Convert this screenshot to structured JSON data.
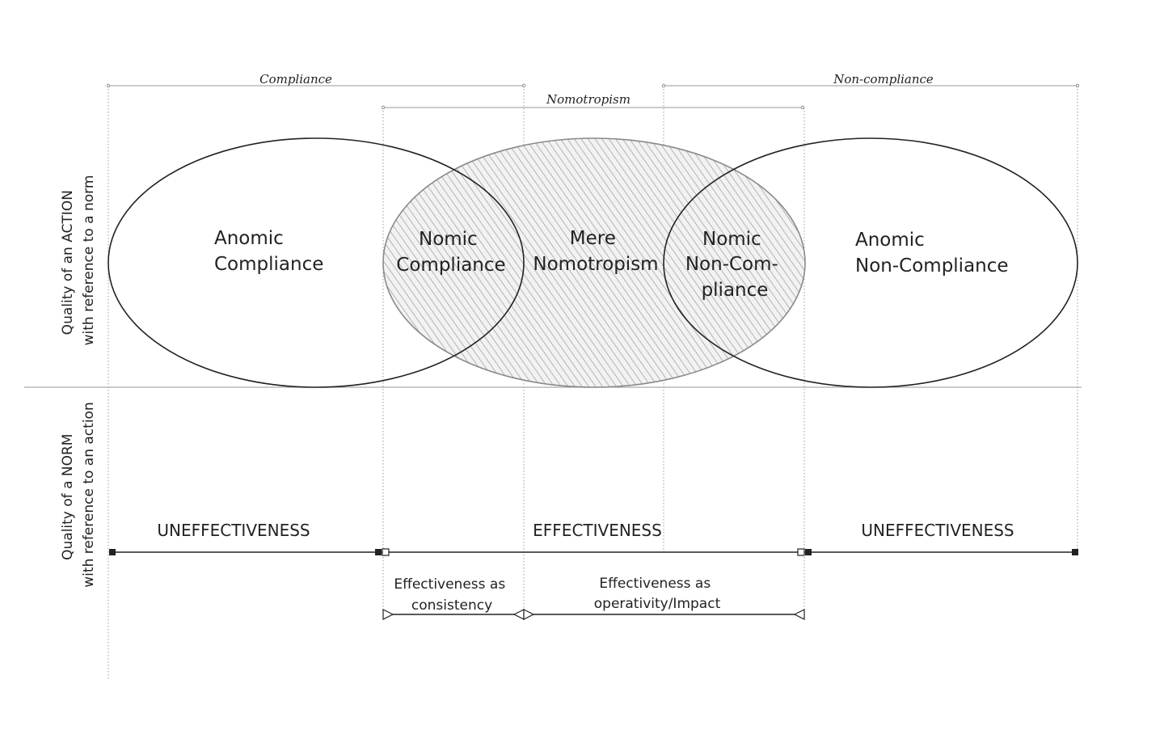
{
  "headers": {
    "compliance": "Compliance",
    "nomotropism": "Nomotropism",
    "non_compliance": "Non-compliance"
  },
  "ellipses": {
    "anomic_compliance": [
      "Anomic",
      "Compliance"
    ],
    "nomic_compliance": [
      "Nomic",
      "Compliance"
    ],
    "mere_nomotropism": [
      "Mere",
      "Nomotropism"
    ],
    "nomic_non_compliance": [
      "Nomic",
      "Non-Com-",
      "pliance"
    ],
    "anomic_non_compliance": [
      "Anomic",
      "Non-Compliance"
    ]
  },
  "axis_labels": {
    "action": [
      "Quality of an ACTION",
      "with reference to a norm"
    ],
    "norm": [
      "Quality of a NORM",
      "with reference to an action"
    ]
  },
  "bands": {
    "left": "UNEFFECTIVENESS",
    "middle": "EFFECTIVENESS",
    "right": "UNEFFECTIVENESS"
  },
  "sub_bands": {
    "consistency": [
      "Effectiveness as",
      "consistency"
    ],
    "operativity": [
      "Effectiveness as",
      "operativity/Impact"
    ]
  },
  "colors": {
    "stroke": "#222222",
    "guide": "#999999",
    "hatch": "#8a8a8a",
    "hatch_bg": "#efefef"
  }
}
